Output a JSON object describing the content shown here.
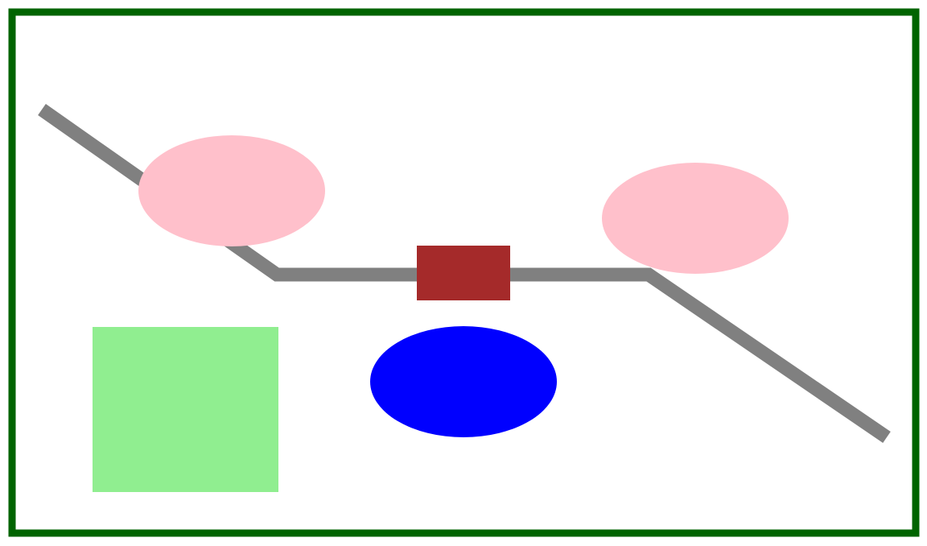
{
  "frame": {
    "border_color": "#006400",
    "background": "#ffffff"
  },
  "path": {
    "color": "#808080"
  },
  "shapes": {
    "left_ellipse": {
      "shape": "ellipse",
      "color": "#FFC0CB"
    },
    "right_ellipse": {
      "shape": "ellipse",
      "color": "#FFC0CB"
    },
    "center_rectangle": {
      "shape": "rectangle",
      "color": "#A52A2A"
    },
    "bottom_ellipse": {
      "shape": "ellipse",
      "color": "#0000FF"
    },
    "green_rectangle": {
      "shape": "rectangle",
      "color": "#90EE90"
    }
  }
}
